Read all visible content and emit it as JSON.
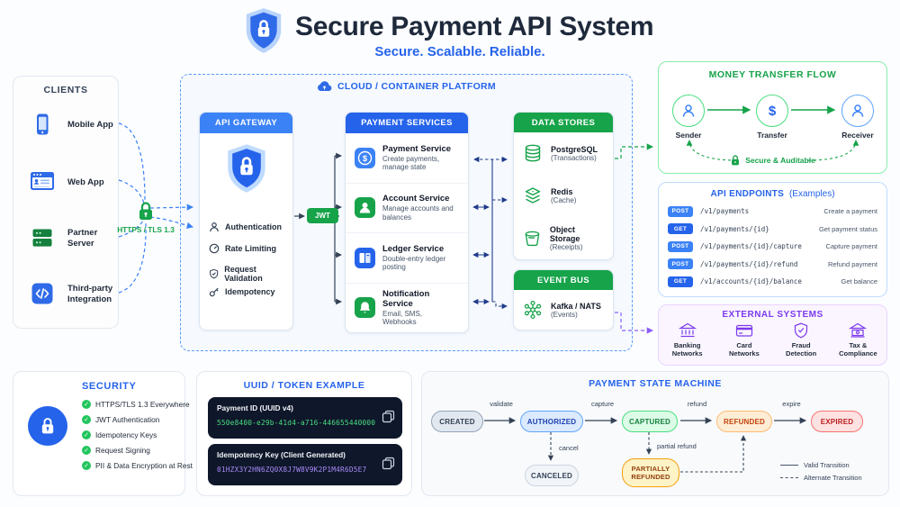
{
  "header": {
    "title": "Secure Payment API System",
    "subtitle": "Secure. Scalable. Reliable."
  },
  "clients": {
    "title": "CLIENTS",
    "items": [
      {
        "label": "Mobile App"
      },
      {
        "label": "Web App"
      },
      {
        "label": "Partner Server"
      },
      {
        "label": "Third-party Integration"
      }
    ]
  },
  "tls": {
    "label": "HTTPS / TLS 1.3"
  },
  "cloud": {
    "title": "CLOUD / CONTAINER PLATFORM"
  },
  "gateway": {
    "title": "API GATEWAY",
    "features": [
      {
        "label": "Authentication"
      },
      {
        "label": "Rate Limiting"
      },
      {
        "label": "Request Validation"
      },
      {
        "label": "Idempotency"
      }
    ]
  },
  "jwt": {
    "label": "JWT"
  },
  "services": {
    "title": "PAYMENT SERVICES",
    "items": [
      {
        "name": "Payment Service",
        "desc": "Create payments, manage state"
      },
      {
        "name": "Account Service",
        "desc": "Manage accounts and balances"
      },
      {
        "name": "Ledger Service",
        "desc": "Double-entry ledger posting"
      },
      {
        "name": "Notification Service",
        "desc": "Email, SMS, Webhooks"
      }
    ]
  },
  "stores": {
    "title": "DATA STORES",
    "items": [
      {
        "name": "PostgreSQL",
        "desc": "(Transactions)"
      },
      {
        "name": "Redis",
        "desc": "(Cache)"
      },
      {
        "name": "Object Storage",
        "desc": "(Receipts)"
      }
    ]
  },
  "bus": {
    "title": "EVENT BUS",
    "items": [
      {
        "name": "Kafka / NATS",
        "desc": "(Events)"
      }
    ]
  },
  "money": {
    "title": "MONEY TRANSFER FLOW",
    "steps": [
      {
        "label": "Sender"
      },
      {
        "label": "Transfer"
      },
      {
        "label": "Receiver"
      }
    ],
    "note": "Secure & Auditable"
  },
  "endpoints": {
    "title": "API ENDPOINTS",
    "suffix": "(Examples)",
    "rows": [
      {
        "method": "POST",
        "path": "/v1/payments",
        "desc": "Create a payment"
      },
      {
        "method": "GET",
        "path": "/v1/payments/{id}",
        "desc": "Get payment status"
      },
      {
        "method": "POST",
        "path": "/v1/payments/{id}/capture",
        "desc": "Capture payment"
      },
      {
        "method": "POST",
        "path": "/v1/payments/{id}/refund",
        "desc": "Refund payment"
      },
      {
        "method": "GET",
        "path": "/v1/accounts/{id}/balance",
        "desc": "Get balance"
      }
    ]
  },
  "external": {
    "title": "EXTERNAL SYSTEMS",
    "items": [
      {
        "label": "Banking Networks"
      },
      {
        "label": "Card Networks"
      },
      {
        "label": "Fraud Detection"
      },
      {
        "label": "Tax & Compliance"
      }
    ]
  },
  "security": {
    "title": "SECURITY",
    "items": [
      {
        "label": "HTTPS/TLS 1.3 Everywhere"
      },
      {
        "label": "JWT Authentication"
      },
      {
        "label": "Idempotency Keys"
      },
      {
        "label": "Request Signing"
      },
      {
        "label": "PII & Data Encryption at Rest"
      }
    ]
  },
  "tokens": {
    "title": "UUID / TOKEN EXAMPLE",
    "cards": [
      {
        "label": "Payment ID (UUID v4)",
        "value": "550e8400-e29b-41d4-a716-446655440000"
      },
      {
        "label": "Idempotency Key (Client Generated)",
        "value": "01HZX3Y2HN6ZQ0X8J7W8V9K2P1M4R6D5E7"
      }
    ]
  },
  "state_machine": {
    "title": "PAYMENT STATE MACHINE",
    "states": [
      {
        "label": "CREATED"
      },
      {
        "label": "AUTHORIZED"
      },
      {
        "label": "CAPTURED"
      },
      {
        "label": "REFUNDED"
      },
      {
        "label": "EXPIRED"
      },
      {
        "label": "CANCELED"
      },
      {
        "label": "PARTIALLY REFUNDED"
      }
    ],
    "transitions": [
      {
        "label": "validate"
      },
      {
        "label": "capture"
      },
      {
        "label": "refund"
      },
      {
        "label": "expire"
      },
      {
        "label": "cancel"
      },
      {
        "label": "partial refund"
      }
    ],
    "legend": [
      {
        "label": "Valid Transition"
      },
      {
        "label": "Alternate Transition"
      }
    ]
  },
  "colors": {
    "accent_blue": "#3b82f6",
    "deep_blue": "#2563eb",
    "green": "#16a34a",
    "purple": "#7c3aed",
    "navy_card": "#0f172a",
    "uuid_green": "#4ade80",
    "token_purple": "#a78bfa"
  }
}
